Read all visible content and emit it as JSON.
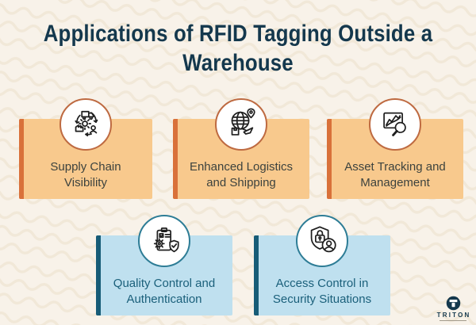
{
  "title": "Applications of RFID Tagging Outside a Warehouse",
  "cards": [
    {
      "label": "Supply Chain\nVisibility",
      "icon": "supply-chain-cycle-icon",
      "row": "top"
    },
    {
      "label": "Enhanced Logistics\nand Shipping",
      "icon": "globe-logistics-icon",
      "row": "top"
    },
    {
      "label": "Asset Tracking and\nManagement",
      "icon": "asset-tracking-chart-icon",
      "row": "top"
    },
    {
      "label": "Quality Control and\nAuthentication",
      "icon": "quality-clipboard-icon",
      "row": "bottom"
    },
    {
      "label": "Access Control in\nSecurity Situations",
      "icon": "access-lock-shield-icon",
      "row": "bottom"
    }
  ],
  "logo": {
    "name": "TRITON"
  },
  "colors": {
    "background": "#F8F2E9",
    "pattern": "#EFE4D2",
    "title_text": "#14384D",
    "orange_card_bg": "#F8C98D",
    "orange_accent_bar": "#D9713A",
    "orange_circle_border": "#BE6A41",
    "blue_card_bg": "#BFE0EF",
    "blue_accent_bar": "#175C77",
    "blue_circle_border": "#2E7D96",
    "top_label_text": "#3C423E",
    "bottom_label_text": "#1B607B",
    "icon_stroke": "#1E1E1E",
    "logo_navy": "#14384D"
  }
}
